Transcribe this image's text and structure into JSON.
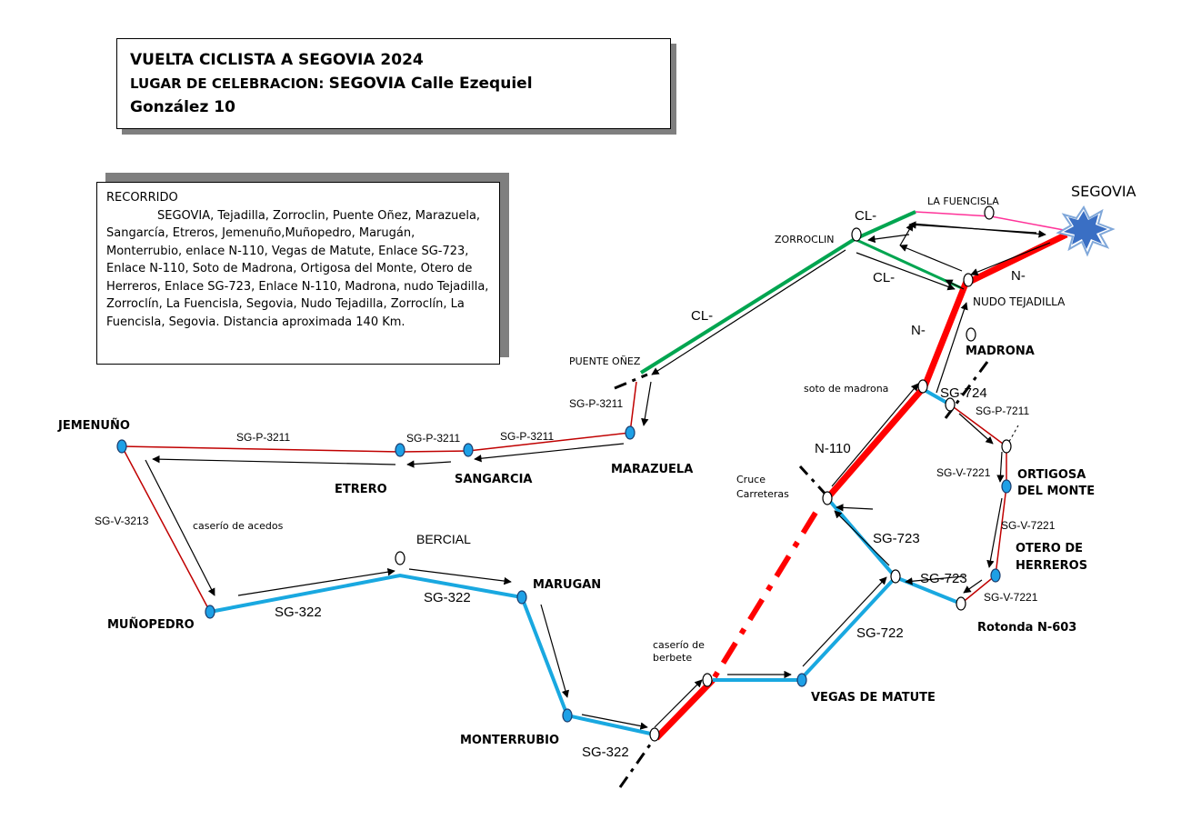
{
  "header": {
    "line1": "VUELTA CICLISTA A SEGOVIA 2024",
    "line2_prefix": "LUGAR DE CELEBRACION:",
    "line2_place": "SEGOVIA  Calle Ezequiel",
    "line3": "González 10"
  },
  "route": {
    "heading": "RECORRIDO",
    "text": "SEGOVIA, Tejadilla, Zorroclin, Puente Oñez, Marazuela, Sangarcía, Etreros, Jemenuño,Muñopedro, Marugán, Monterrubio, enlace N-110, Vegas de Matute, Enlace SG-723, Enlace N-110, Soto de Madrona, Ortigosa del Monte, Otero de Herreros, Enlace SG-723, Enlace N-110, Madrona, nudo Tejadilla, Zorroclín, La Fuencisla, Segovia, Nudo Tejadilla, Zorroclín, La Fuencisla, Segovia. Distancia aproximada 140 Km."
  },
  "places": {
    "segovia": "SEGOVIA",
    "la_fuencisla": "LA FUENCISLA",
    "zorroclin": "ZORROCLIN",
    "nudo_tejadilla": "NUDO TEJADILLA",
    "madrona": "MADRONA",
    "soto_de_madrona": "soto de madrona",
    "puente_onez": "PUENTE OÑEZ",
    "marazuela": "MARAZUELA",
    "sangarcia": "SANGARCIA",
    "etrero": "ETRERO",
    "jemenuno": "JEMENUÑO",
    "caserio_de_acedos": "caserío de acedos",
    "bercial": "BERCIAL",
    "munopedro": "MUÑOPEDRO",
    "marugan": "MARUGAN",
    "monterrubio": "MONTERRUBIO",
    "caserio_de": "caserío de",
    "berbete": "berbete",
    "vegas_de_matute": "VEGAS DE MATUTE",
    "cruce": "Cruce",
    "carreteras": "Carreteras",
    "ortigosa_1": "ORTIGOSA",
    "ortigosa_2": "DEL MONTE",
    "otero_1": "OTERO DE",
    "otero_2": "HERREROS",
    "rotonda": "Rotonda N-603"
  },
  "roads": {
    "cl_top": "CL-",
    "cl_mid": "CL-",
    "cl_left": "CL-",
    "n_top": "N-",
    "n_mid": "N-",
    "n110": "N-110",
    "sg724": "SG-724",
    "sgp7211": "SG-P-7211",
    "sgv7221_a": "SG-V-7221",
    "sgv7221_b": "SG-V-7221",
    "sgv7221_c": "SG-V-7221",
    "sg723_a": "SG-723",
    "sg723_b": "SG-723",
    "sg722": "SG-722",
    "sgp3211_a": "SG-P-3211",
    "sgp3211_b": "SG-P-3211",
    "sgp3211_c": "SG-P-3211",
    "sgp3211_d": "SG-P-3211",
    "sgv3213": "SG-V-3213",
    "sg322_a": "SG-322",
    "sg322_b": "SG-322",
    "sg322_c": "SG-322"
  },
  "colors": {
    "red_road": "#ff0000",
    "green_road": "#00a550",
    "blue_road": "#19a8e0",
    "thin_red": "#c00000",
    "pink": "#ff3399",
    "dot_blue": "#1ea0e6",
    "segovia_star": "#3a6fc4"
  }
}
